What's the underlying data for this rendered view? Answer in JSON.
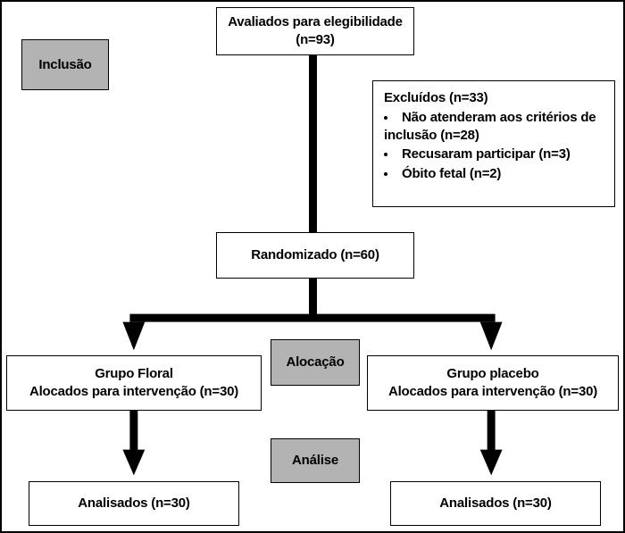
{
  "figure": {
    "stages": {
      "inclusion": "Inclusão",
      "allocation": "Alocação",
      "analysis": "Análise"
    },
    "assessed": {
      "line1": "Avaliados para elegibilidade",
      "line2": "(n=93)"
    },
    "excluded": {
      "title": "Excluídos (n=33)",
      "items": [
        "Não atenderam aos critérios de inclusão (n=28)",
        "Recusaram participar (n=3)",
        "Óbito fetal (n=2)"
      ]
    },
    "randomized": "Randomizado (n=60)",
    "groups": [
      {
        "line1": "Grupo Floral",
        "line2": "Alocados para intervenção (n=30)"
      },
      {
        "line1": "Grupo placebo",
        "line2": "Alocados para intervenção (n=30)"
      }
    ],
    "analyzed": [
      "Analisados (n=30)",
      "Analisados (n=30)"
    ]
  },
  "colors": {
    "stage_fill": "#b3b3b3",
    "box_bg": "#ffffff",
    "border": "#000000",
    "line": "#000000"
  }
}
